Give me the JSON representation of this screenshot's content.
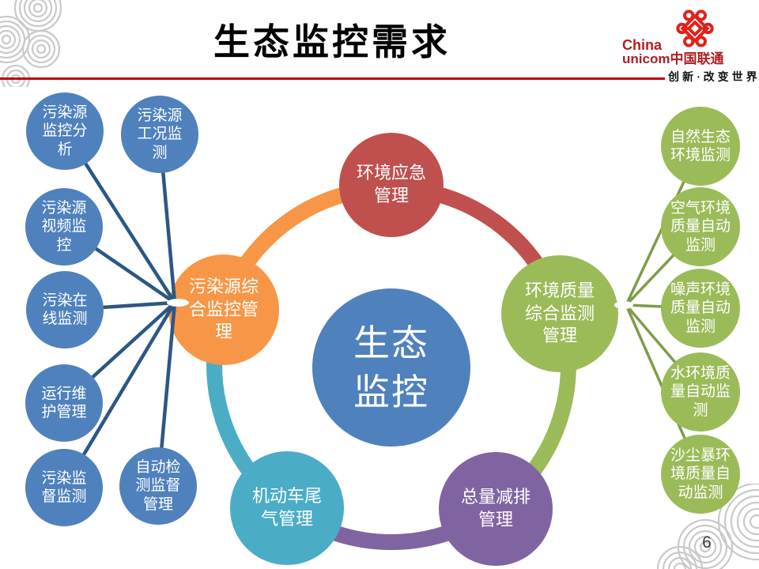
{
  "slide": {
    "title": "生态监控需求",
    "page_number": "6"
  },
  "logo": {
    "brand_line1": "China",
    "brand_line2": "unicom中国联通",
    "tagline": "创新·改变世界",
    "brand_color": "#AF1E23",
    "knot_color": "#E32119"
  },
  "colors": {
    "rule": "#C00000",
    "left_line": "#2C5784",
    "right_line": "#7E9D48",
    "small_blue": "#4F81BD",
    "small_green": "#9BBB59",
    "deco_gray": "#C9C9C9"
  },
  "diagram": {
    "center": {
      "label": "生态\n监控",
      "color": "#4F81BD"
    },
    "nodes": [
      {
        "id": "environment-emergency",
        "label": "环境应急\n管理",
        "color": "#C0504D"
      },
      {
        "id": "environment-quality",
        "label": "环境质量\n综合监测\n管理",
        "color": "#9BBB59"
      },
      {
        "id": "total-reduction",
        "label": "总量减排\n管理",
        "color": "#8064A2"
      },
      {
        "id": "vehicle-exhaust",
        "label": "机动车尾\n气管理",
        "color": "#4BACC6"
      },
      {
        "id": "pollution-source",
        "label": "污染源综\n合监控管\n理",
        "color": "#F79646"
      }
    ],
    "left_items": [
      {
        "label": "污染源\n监控分\n析"
      },
      {
        "label": "污染源\n工况监\n测"
      },
      {
        "label": "污染源\n视频监\n控"
      },
      {
        "label": "污染在\n线监测"
      },
      {
        "label": "运行维\n护管理"
      },
      {
        "label": "污染监\n督监测"
      },
      {
        "label": "自动检\n测监督\n管理"
      }
    ],
    "right_items": [
      {
        "label": "自然生态\n环境监测"
      },
      {
        "label": "空气环境\n质量自动\n监测"
      },
      {
        "label": "噪声环境\n质量自动\n监测"
      },
      {
        "label": "水环境质\n量自动监\n测"
      },
      {
        "label": "沙尘暴环\n境质量自\n动监测"
      }
    ]
  }
}
